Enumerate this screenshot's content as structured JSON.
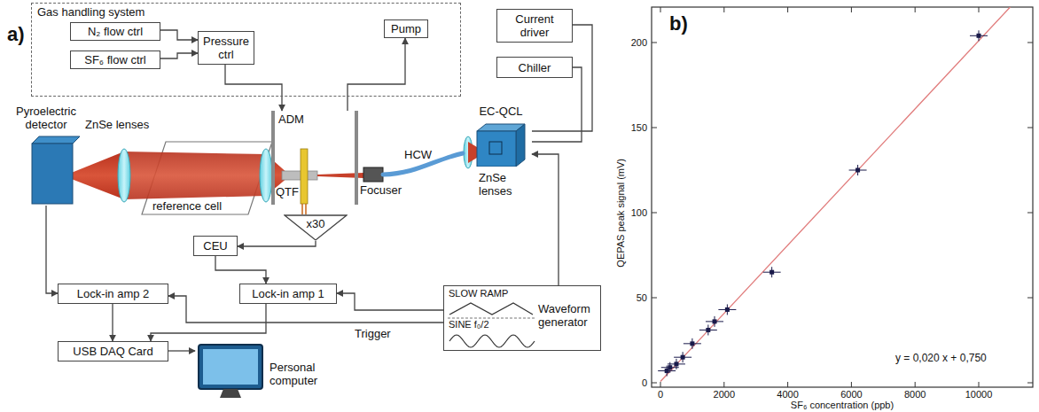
{
  "diagram": {
    "nodes": [
      {
        "text": [
          "Gas handling system"
        ]
      },
      {
        "text": [
          "N₂ flow ctrl"
        ],
        "in": 0
      },
      {
        "text": [
          "SF₆ flow ctrl"
        ],
        "in": 0
      },
      {
        "text": [
          "Pressure ctrl"
        ],
        "in": 0
      },
      {
        "text": [
          "Pump"
        ],
        "in": 0
      },
      {
        "text": [
          "Current driver"
        ]
      },
      {
        "text": [
          "Chiller"
        ]
      },
      {
        "text": [
          "EC-QCL"
        ]
      },
      {
        "text": [
          "Pyroelectric detector"
        ]
      },
      {
        "text": [
          "ADM"
        ]
      },
      {
        "text": [
          "x30"
        ]
      },
      {
        "text": [
          "CEU"
        ]
      },
      {
        "text": [
          "Lock-in amp 2"
        ]
      },
      {
        "text": [
          "Lock-in amp 1"
        ]
      },
      {
        "text": [
          "SLOW RAMP",
          "SINE f₀/2",
          "Waveform generator"
        ]
      },
      {
        "text": [
          "USB DAQ Card"
        ]
      },
      {
        "text": [
          "Personal computer"
        ]
      }
    ],
    "edges": [
      {
        "from": 1,
        "to": 3,
        "arrow": "to"
      },
      {
        "from": 2,
        "to": 3,
        "arrow": "to"
      },
      {
        "from": 3,
        "to": 9,
        "arrow": "to"
      },
      {
        "from": 9,
        "to": 4,
        "arrow": "to"
      },
      {
        "from": 5,
        "to": 7,
        "arrow": "none"
      },
      {
        "from": 6,
        "to": 7,
        "arrow": "none"
      },
      {
        "from": 10,
        "to": 11,
        "arrow": "to"
      },
      {
        "from": 11,
        "to": 13,
        "arrow": "to"
      },
      {
        "from": 8,
        "to": 12,
        "arrow": "to"
      },
      {
        "from": 12,
        "to": 15,
        "arrow": "to"
      },
      {
        "from": 13,
        "to": 15,
        "arrow": "to"
      },
      {
        "from": 15,
        "to": 16,
        "arrow": "to"
      },
      {
        "from": 14,
        "to": 7,
        "arrow": "to"
      },
      {
        "from": 14,
        "to": 13,
        "arrow": "to"
      },
      {
        "from": 14,
        "to": 12,
        "arrow": "to"
      }
    ],
    "labels": [
      "a)",
      "ZnSe lenses",
      "reference cell",
      "QTF",
      "Focuser",
      "HCW",
      "ZnSe lenses",
      "Trigger",
      "b)",
      "QEPAS peak signal (mV)",
      "SF₆ concentration (ppb)",
      "y = 0,020 x + 0,750",
      "0",
      "50",
      "100",
      "150",
      "200",
      "0",
      "2000",
      "4000",
      "6000",
      "8000",
      "10000"
    ]
  }
}
